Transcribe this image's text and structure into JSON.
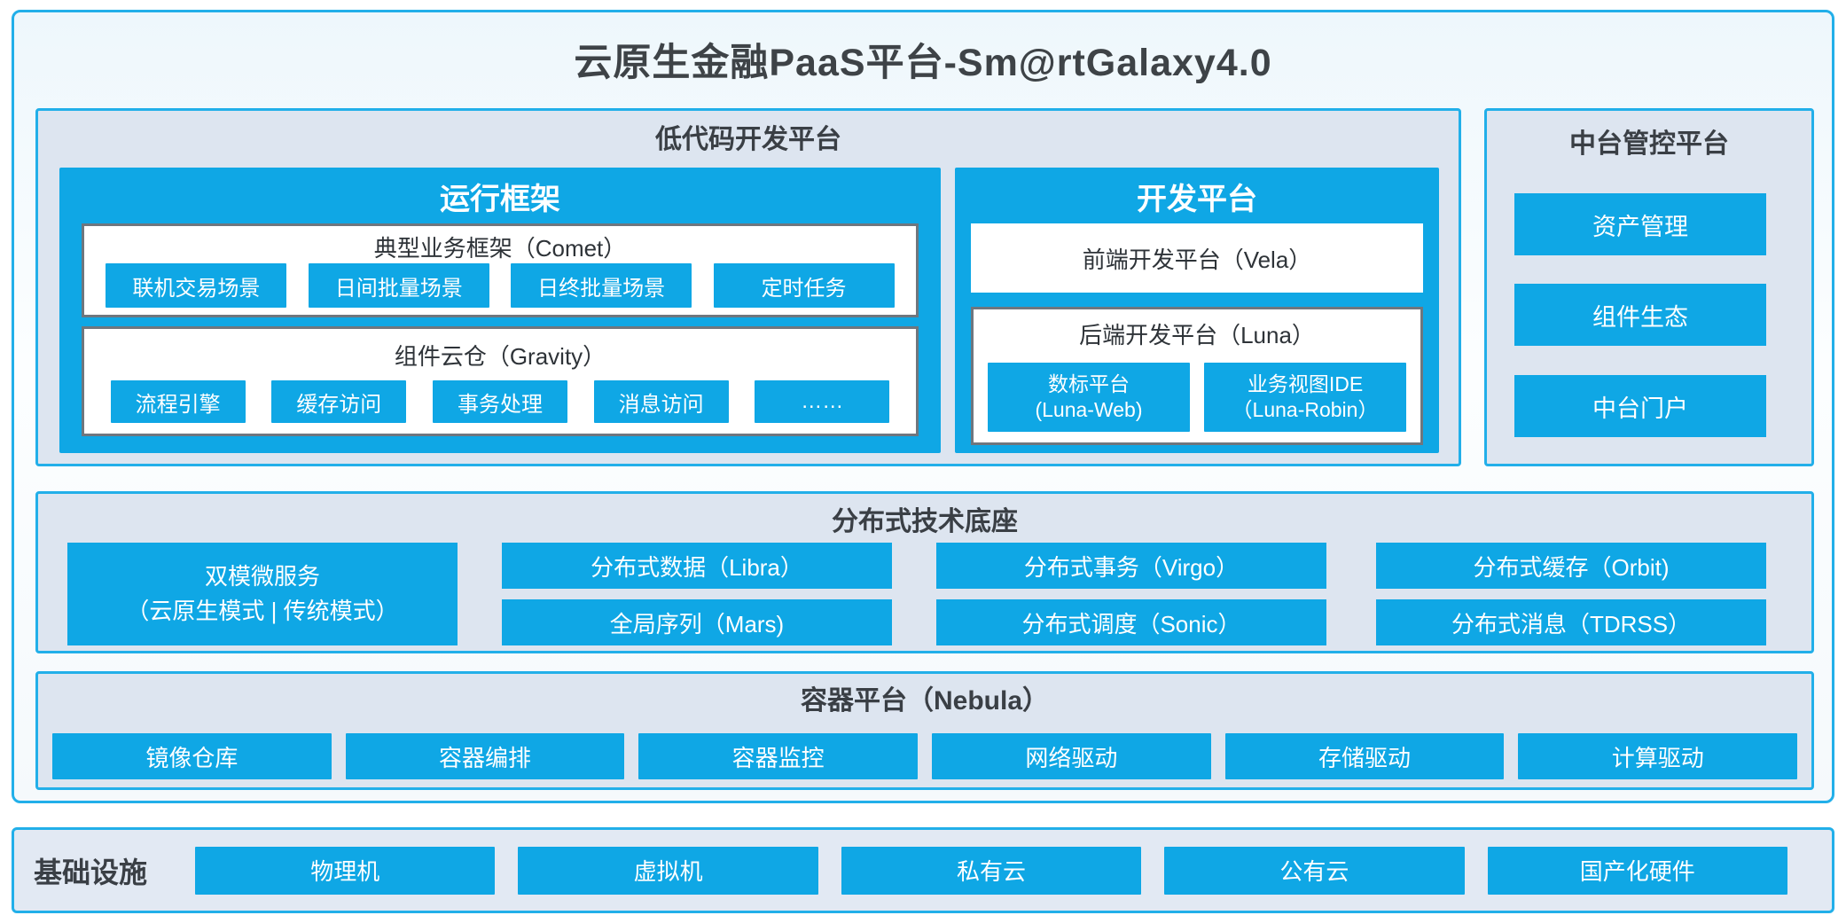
{
  "title": "云原生金融PaaS平台-Sm@rtGalaxy4.0",
  "low_code_platform": {
    "title": "低代码开发平台",
    "runtime": {
      "title": "运行框架",
      "comet": {
        "title": "典型业务框架（Comet）",
        "items": [
          "联机交易场景",
          "日间批量场景",
          "日终批量场景",
          "定时任务"
        ]
      },
      "gravity": {
        "title": "组件云仓（Gravity）",
        "items": [
          "流程引擎",
          "缓存访问",
          "事务处理",
          "消息访问",
          "……"
        ]
      }
    },
    "dev": {
      "title": "开发平台",
      "vela": "前端开发平台（Vela）",
      "luna": {
        "title": "后端开发平台（Luna）",
        "items": [
          {
            "name": "数标平台",
            "code": "(Luna-Web)"
          },
          {
            "name": "业务视图IDE",
            "code": "（Luna-Robin）"
          }
        ]
      }
    }
  },
  "mid_platform": {
    "title": "中台管控平台",
    "items": [
      "资产管理",
      "组件生态",
      "中台门户"
    ]
  },
  "distributed_base": {
    "title": "分布式技术底座",
    "dual": {
      "line1": "双模微服务",
      "line2": "（云原生模式 | 传统模式）"
    },
    "boxes": [
      "分布式数据（Libra）",
      "全局序列（Mars)",
      "分布式事务（Virgo）",
      "分布式调度（Sonic）",
      "分布式缓存（Orbit)",
      "分布式消息（TDRSS）"
    ]
  },
  "container_platform": {
    "title": "容器平台（Nebula）",
    "items": [
      "镜像仓库",
      "容器编排",
      "容器监控",
      "网络驱动",
      "存储驱动",
      "计算驱动"
    ]
  },
  "infrastructure": {
    "label": "基础设施",
    "items": [
      "物理机",
      "虚拟机",
      "私有云",
      "公有云",
      "国产化硬件"
    ]
  },
  "colors": {
    "accent_blue": "#0fa7e5",
    "border_cyan": "#22afe9",
    "panel_bg": "#dde5f0",
    "gray_border": "#6f767e",
    "text_dark": "#3e4347"
  }
}
